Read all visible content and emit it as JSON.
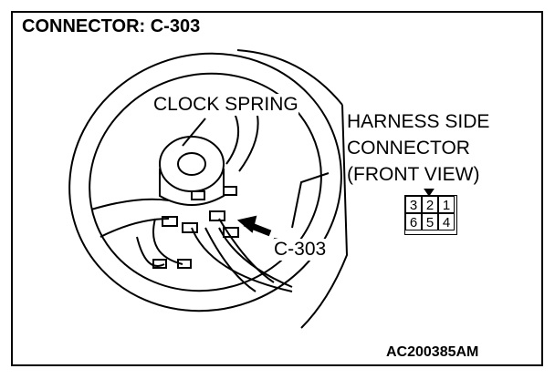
{
  "title": "CONNECTOR: C-303",
  "labels": {
    "clock_spring": "CLOCK SPRING",
    "harness_line1": "HARNESS SIDE",
    "harness_line2": "CONNECTOR",
    "harness_line3": "(FRONT VIEW)",
    "connector_id": "C-303"
  },
  "connector_pins": {
    "top_row": [
      "3",
      "2",
      "1"
    ],
    "bottom_row": [
      "6",
      "5",
      "4"
    ]
  },
  "figure_code": "AC200385AM"
}
